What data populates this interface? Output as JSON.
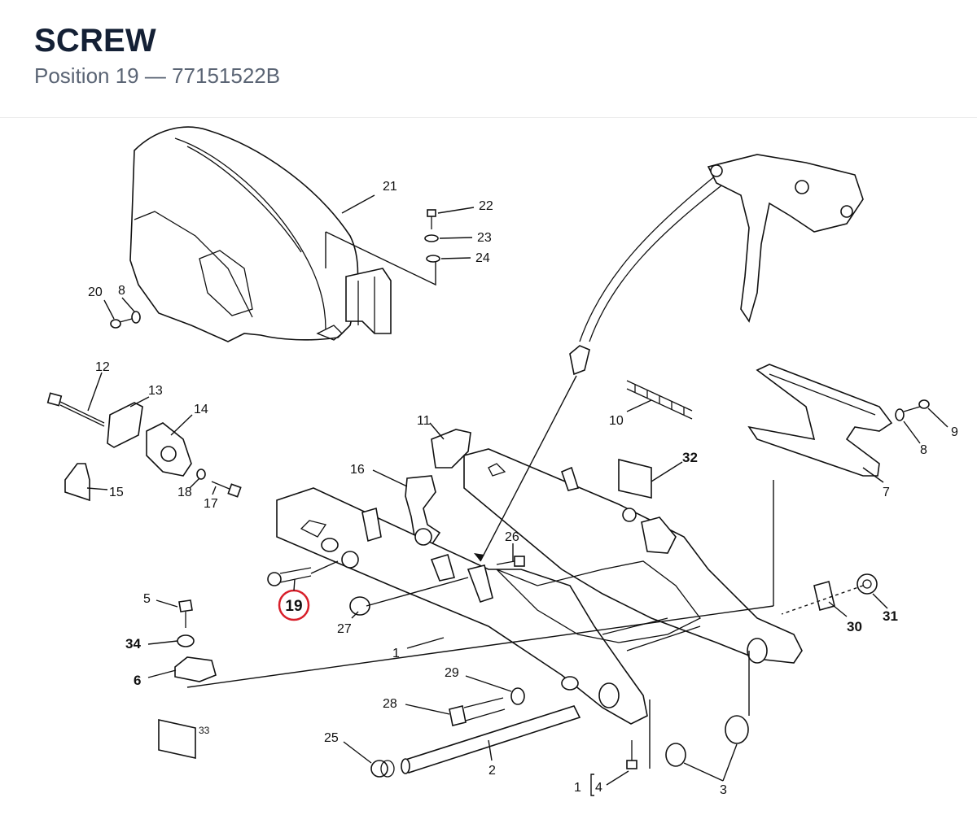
{
  "header": {
    "title": "SCREW",
    "subtitle": "Position 19 — 77151522B"
  },
  "highlight": {
    "label": "19",
    "color": "#d81f2a"
  },
  "callouts": {
    "c1a": "1",
    "c1b": "1",
    "c2": "2",
    "c3": "3",
    "c4": "4",
    "c5": "5",
    "c6": "6",
    "c7": "7",
    "c8a": "8",
    "c8b": "8",
    "c9": "9",
    "c10": "10",
    "c11": "11",
    "c12": "12",
    "c13": "13",
    "c14": "14",
    "c15": "15",
    "c16": "16",
    "c17": "17",
    "c18": "18",
    "c20": "20",
    "c21": "21",
    "c22": "22",
    "c23": "23",
    "c24": "24",
    "c25": "25",
    "c26": "26",
    "c27": "27",
    "c28": "28",
    "c29": "29",
    "c30": "30",
    "c31": "31",
    "c32": "32",
    "c33": "33",
    "c34": "34"
  }
}
